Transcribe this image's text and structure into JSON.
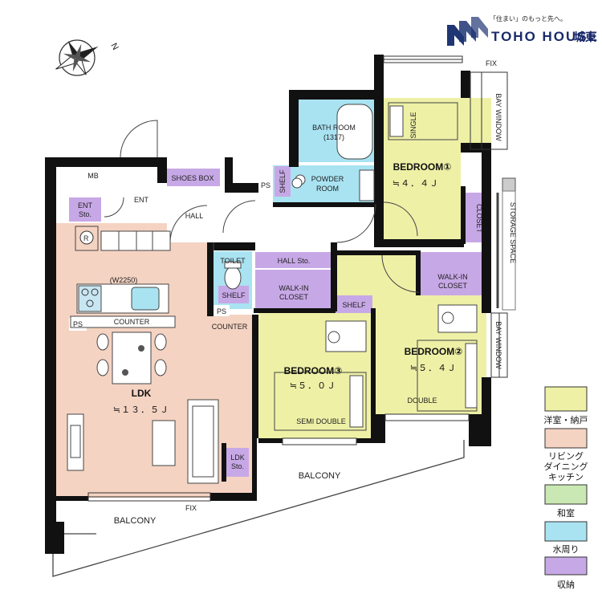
{
  "logo": {
    "tagline": "「住まい」のもっと先へ。",
    "brand": "TOHO HOUSE",
    "branch": "城東",
    "brand_color": "#1f3574"
  },
  "compass": {
    "north_label": "N"
  },
  "colors": {
    "western_room": "#eef0a6",
    "living": "#f5d3c2",
    "japanese_room": "#c9e8b3",
    "wet_area": "#a9e3f2",
    "storage": "#c7a8e6",
    "wall": "#111111"
  },
  "rooms": {
    "ldk": {
      "name": "LDK",
      "area": "≒１３．５Ｊ"
    },
    "bedroom1": {
      "name": "BEDROOM①",
      "area": "≒４．４Ｊ",
      "bed": "SINGLE"
    },
    "bedroom2": {
      "name": "BEDROOM②",
      "area": "≒５．４Ｊ",
      "bed": "DOUBLE"
    },
    "bedroom3": {
      "name": "BEDROOM③",
      "area": "≒５．０Ｊ",
      "bed": "SEMI DOUBLE"
    },
    "bath": {
      "name": "BATH ROOM",
      "size": "(1317)"
    },
    "powder": {
      "line1": "POWDER",
      "line2": "ROOM"
    },
    "toilet": "TOILET",
    "hall": "HALL",
    "ent": "ENT",
    "mb": "MB",
    "shoes_box": "SHOES BOX",
    "ent_sto": {
      "line1": "ENT",
      "line2": "Sto."
    },
    "hall_sto": "HALL Sto.",
    "wic3": {
      "line1": "WALK-IN",
      "line2": "CLOSET"
    },
    "wic2": {
      "line1": "WALK-IN",
      "line2": "CLOSET"
    },
    "closet1": "CLOSET",
    "shelf": "SHELF",
    "ldk_sto": {
      "line1": "LDK",
      "line2": "Sto."
    },
    "counter": "COUNTER",
    "kitchen_width": "(W2250)",
    "ps": "PS"
  },
  "exterior": {
    "balcony": "BALCONY",
    "fix": "FIX",
    "bay_window": "BAY WINDOW",
    "storage_space": "STORAGE SPACE"
  },
  "legend": [
    {
      "label": "洋室・納戸",
      "color": "#eef0a6"
    },
    {
      "label_lines": [
        "リビング",
        "ダイニング",
        "キッチン"
      ],
      "color": "#f5d3c2"
    },
    {
      "label": "和室",
      "color": "#c9e8b3"
    },
    {
      "label": "水周り",
      "color": "#a9e3f2"
    },
    {
      "label": "収納",
      "color": "#c7a8e6"
    }
  ]
}
